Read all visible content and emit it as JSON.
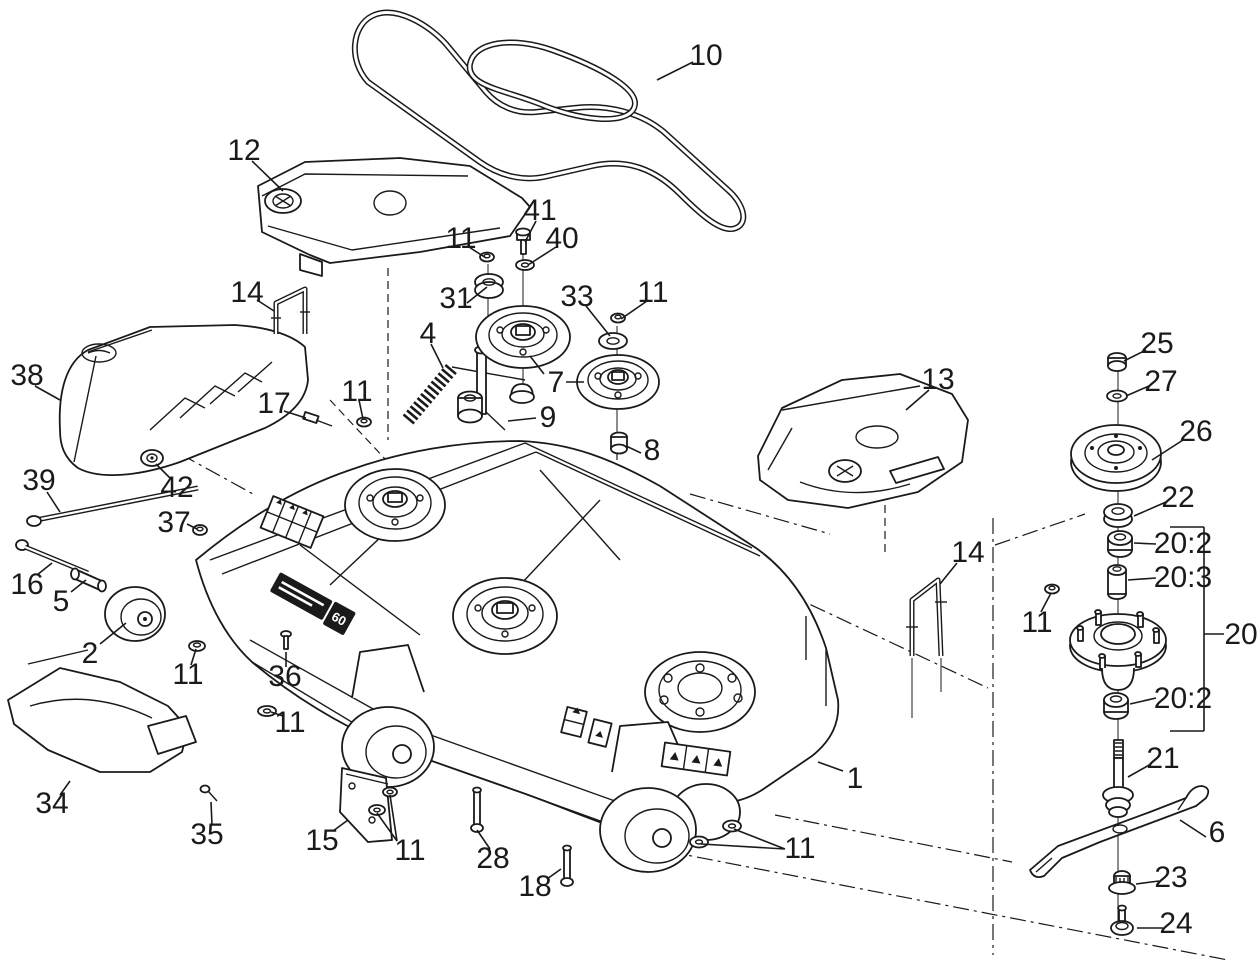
{
  "diagram": {
    "background": "#ffffff",
    "line_color": "#1a1a1a",
    "deck_badge": "60",
    "callouts": [
      {
        "label": "10"
      },
      {
        "label": "12"
      },
      {
        "label": "41"
      },
      {
        "label": "11"
      },
      {
        "label": "40"
      },
      {
        "label": "31"
      },
      {
        "label": "33"
      },
      {
        "label": "11"
      },
      {
        "label": "14"
      },
      {
        "label": "4"
      },
      {
        "label": "38"
      },
      {
        "label": "17"
      },
      {
        "label": "11"
      },
      {
        "label": "7"
      },
      {
        "label": "9"
      },
      {
        "label": "8"
      },
      {
        "label": "13"
      },
      {
        "label": "25"
      },
      {
        "label": "27"
      },
      {
        "label": "26"
      },
      {
        "label": "22"
      },
      {
        "label": "20:2"
      },
      {
        "label": "20:3"
      },
      {
        "label": "11"
      },
      {
        "label": "20"
      },
      {
        "label": "20:2"
      },
      {
        "label": "21"
      },
      {
        "label": "6"
      },
      {
        "label": "23"
      },
      {
        "label": "24"
      },
      {
        "label": "39"
      },
      {
        "label": "42"
      },
      {
        "label": "16"
      },
      {
        "label": "5"
      },
      {
        "label": "2"
      },
      {
        "label": "37"
      },
      {
        "label": "11"
      },
      {
        "label": "36"
      },
      {
        "label": "11"
      },
      {
        "label": "34"
      },
      {
        "label": "35"
      },
      {
        "label": "15"
      },
      {
        "label": "11"
      },
      {
        "label": "28"
      },
      {
        "label": "18"
      },
      {
        "label": "11"
      },
      {
        "label": "1"
      },
      {
        "label": "14"
      }
    ]
  }
}
